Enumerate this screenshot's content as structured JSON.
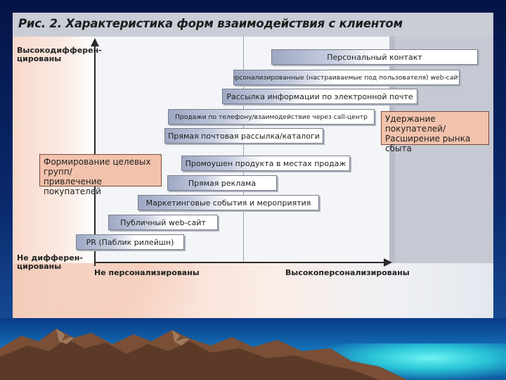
{
  "figure": {
    "caption": "Рис. 2. Характеристика форм взаимодействия с клиентом"
  },
  "axes": {
    "y_top": [
      "Высокодифферен-",
      "цированы"
    ],
    "y_bottom": [
      "Не дифферен-",
      "цированы"
    ],
    "x_left": "Не персонализированы",
    "x_right": "Высокоперсонализированы"
  },
  "forms": [
    {
      "label": "Персональный контакт"
    },
    {
      "label": "Персонализированные (настраиваемые под пользователя) web-сайты"
    },
    {
      "label": "Рассылка информации по электронной почте"
    },
    {
      "label": "Продажи по телефону/взаимодействие через call-центр"
    },
    {
      "label": "Прямая почтовая рассылка/каталоги"
    },
    {
      "label": "Промоушен продукта в местах продаж"
    },
    {
      "label": "Прямая реклама"
    },
    {
      "label": "Маркетинговые события и мероприятия"
    },
    {
      "label": "Публичный web-сайт"
    },
    {
      "label": "PR (Паблик рилейшн)"
    }
  ],
  "callouts": {
    "left": [
      "Формирование целевых групп/",
      "привлечение покупателей"
    ],
    "right": [
      "Удержание покупателей/",
      "Расширение рынка сбыта"
    ]
  },
  "colors": {
    "callout_fill": "#f2c2ac",
    "bar_shade": "#9ea8c4",
    "background": "#0a2a6e"
  }
}
